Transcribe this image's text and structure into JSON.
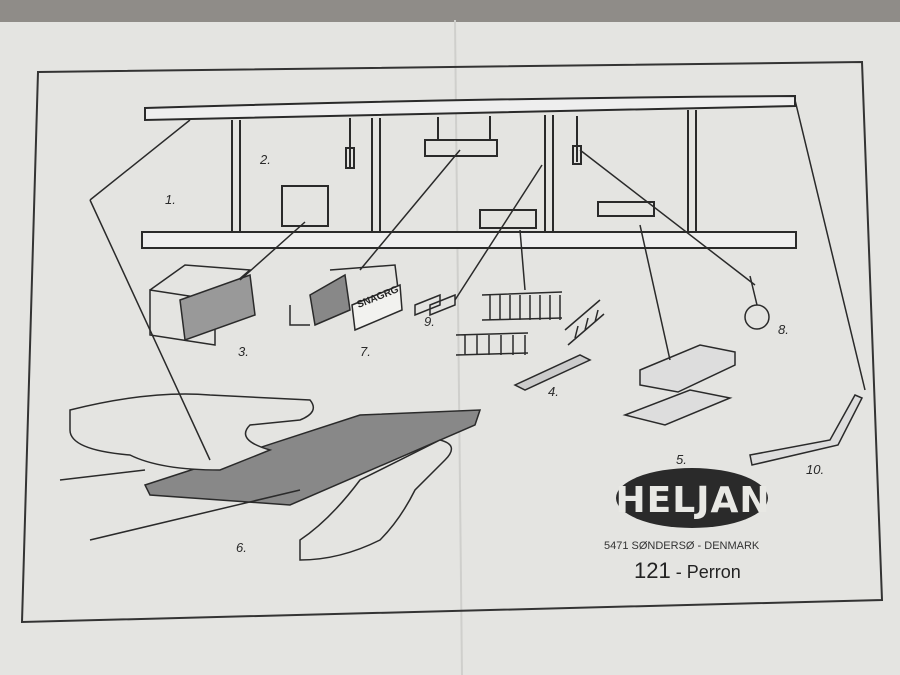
{
  "brand": {
    "logo": "HELJAN",
    "address": "5471 SØNDERSØ - DENMARK"
  },
  "product": {
    "number": "121",
    "separator": "-",
    "name": "Perron"
  },
  "sign_text": "SNAGRG",
  "part_labels": [
    "1.",
    "2.",
    "3.",
    "4.",
    "5.",
    "6.",
    "7.",
    "8.",
    "9.",
    "10."
  ],
  "colors": {
    "paper": "#e4e4e1",
    "ink": "#2a2a2a",
    "background": "#9a9894"
  }
}
